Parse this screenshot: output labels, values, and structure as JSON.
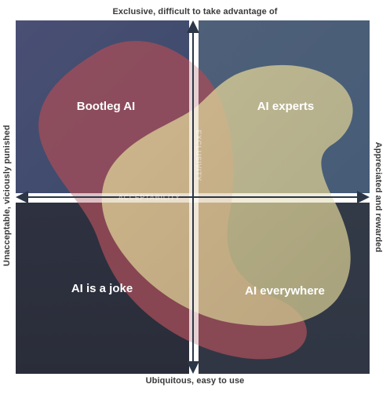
{
  "axes": {
    "top": "Exclusive, difficult to take advantage of",
    "bottom": "Ubiquitous, easy to use",
    "left": "Unacceptable, viciously punished",
    "right": "Appreciated and rewarded",
    "vertical_axis_label": "EXCLUSIVITY",
    "horizontal_axis_label": "ACCEPTABILITY"
  },
  "quadrants": {
    "top_left": "Bootleg AI",
    "top_right": "AI experts",
    "bottom_left": "AI is a joke",
    "bottom_right": "AI everywhere"
  },
  "colors": {
    "quadrant_top_left": "#3e4a6c",
    "quadrant_top_right": "#4a5f7a",
    "quadrant_bottom_left": "#2c2f3c",
    "quadrant_bottom_right": "#343b48",
    "blob_red": "#9e4a54",
    "blob_yellow": "#d8c79a",
    "axis_line": "#ffffff",
    "axis_arrow": "#2b3646"
  }
}
